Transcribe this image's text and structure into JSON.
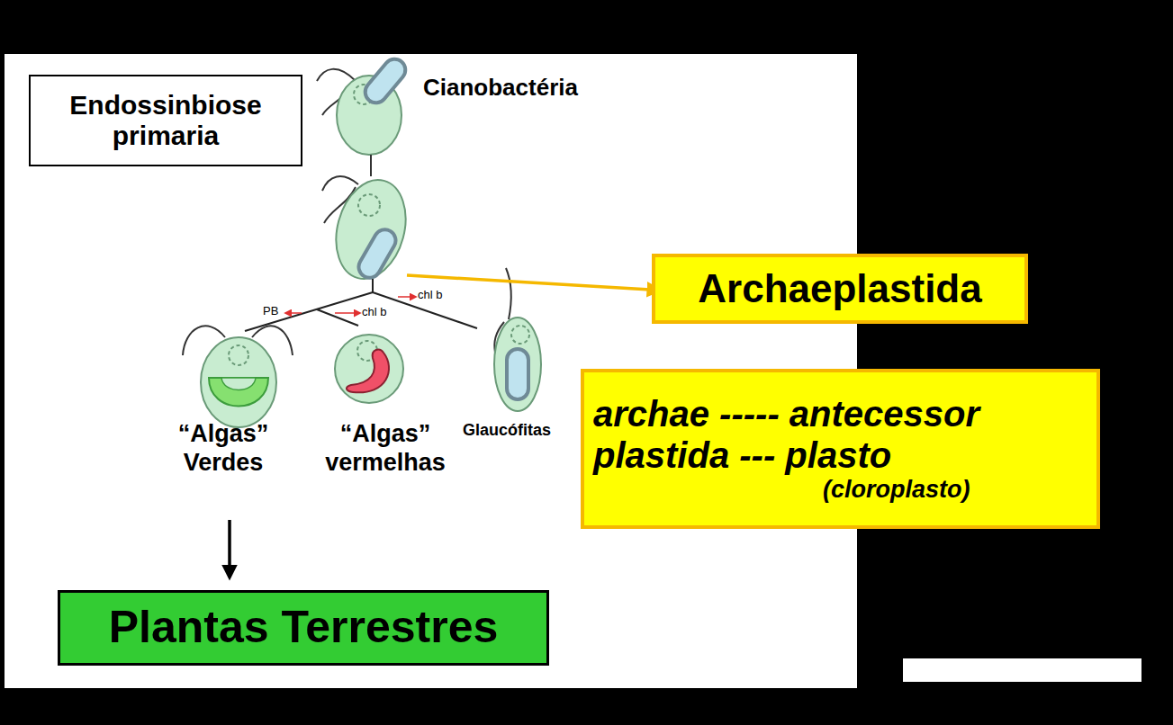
{
  "diagram": {
    "nodes": [
      {
        "text": [
          "Endossinbiose primaria"
        ]
      },
      {
        "text": [
          "Archaeplastida"
        ]
      },
      {
        "text": [
          "archae ----- antecessor",
          "plastida --- plasto",
          "(cloroplasto)"
        ]
      },
      {
        "text": [
          "Plantas Terrestres"
        ]
      }
    ],
    "labels": [
      "Cianobactéria",
      "PB",
      "chl b",
      "chl b",
      "“Algas” Verdes",
      "“Algas” vermelhas",
      "Glaucófitas"
    ]
  }
}
